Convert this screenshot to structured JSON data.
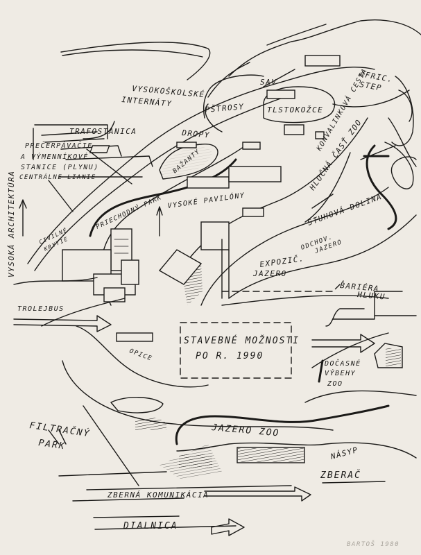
{
  "labels": {
    "internaty_1": "VYSOKOŠKOLSKÉ",
    "internaty_2": "INTERNÁTY",
    "afric_1": "AFRIC.",
    "afric_2": "STEP",
    "sav": "SAV",
    "pstrosy": "PŠTROSY",
    "tlstokozce": "TLSTOKOŽCE",
    "trafostanica": "TRAFOSTANICA",
    "dropy": "DROPY",
    "bazanty": "BAŽANTY",
    "precerpavacie_1": "PREČERPÁVAČIE",
    "precerpavacie_2": "A VÝMENNÍKOVÉ",
    "precerpavacie_3": "STANICE (PLYNU)",
    "precerpavacie_4": "CENTRÁLNE LIANIE",
    "vysoka_architektura": "VYSOKÁ ARCHITEKTÚRA",
    "priechodny_park": "PRIECHODNÝ PARK",
    "vysoke_pavilony": "VYSOKÉ PAVILÓNY",
    "konvalinkova_cesta": "KONVALINKOVÁ CESTA",
    "hlucna_cast": "HLUČNÁ ČASŤ ZOO",
    "stuhova_dolina": "STUHOVÁ DOLINA",
    "civilne_krytie_1": "CIVILNÉ",
    "civilne_krytie_2": "KRYTIE",
    "odchov_jazero_1": "ODCHOV.",
    "odchov_jazero_2": "JAZERO",
    "expozic_jazero_1": "EXPOZIČ.",
    "expozic_jazero_2": "JAZERO",
    "bariera_1": "BARIÉRA",
    "bariera_2": "HLUKU",
    "trolejbus": "TROLEJBUS",
    "opice": "OPICE",
    "stavebne_1": "STAVEBNÉ MOŽNOSTI",
    "stavebne_2": "PO R. 1990",
    "docasne_1": "DOČASNÉ",
    "docasne_2": "VÝBEHY",
    "docasne_3": "ZOO",
    "filtracny_1": "FILTRAČNÝ",
    "filtracny_2": "PARK",
    "jazero_zoo": "JAZERO ZOO",
    "nasyp": "NÁSYP",
    "zberac": "ZBERAČ",
    "zberna": "ZBERNÁ KOMUNIKÁCIA",
    "dialnica": "DIALNICA"
  },
  "signature": "BARTOŠ 1980",
  "colors": {
    "paper": "#efebe4",
    "ink": "#1b1a18",
    "pencil": "#a9a49c"
  }
}
